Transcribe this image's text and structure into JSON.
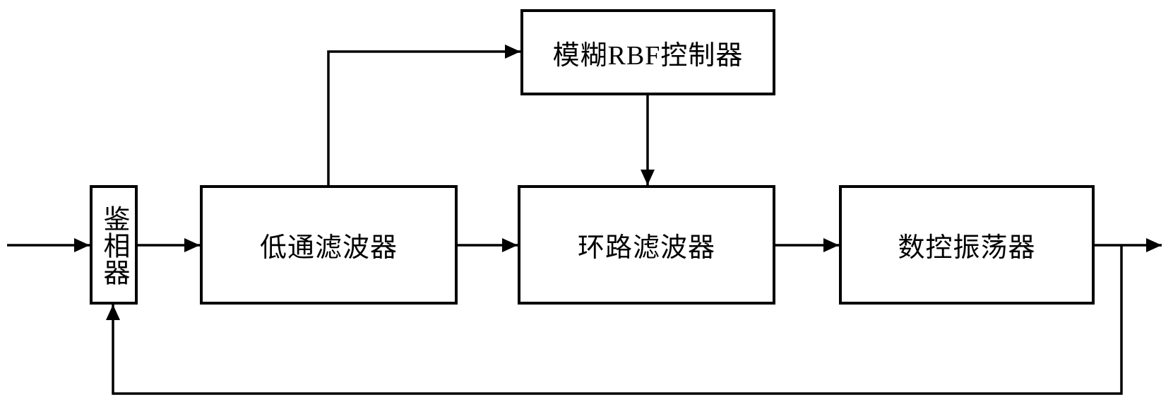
{
  "diagram": {
    "type": "block-diagram",
    "background_color": "#ffffff",
    "line_color": "#000000",
    "blocks": {
      "phase_detector": {
        "label": "鉴相器",
        "text_orientation": "vertical"
      },
      "low_pass_filter": {
        "label": "低通滤波器",
        "text_orientation": "horizontal"
      },
      "loop_filter": {
        "label": "环路滤波器",
        "text_orientation": "horizontal"
      },
      "nco": {
        "label": "数控振荡器",
        "text_orientation": "horizontal"
      },
      "rbf_controller": {
        "label": "模糊RBF控制器",
        "text_orientation": "horizontal"
      }
    },
    "edges": [
      {
        "from": "external-input",
        "to": "phase_detector",
        "arrow": true
      },
      {
        "from": "phase_detector",
        "to": "low_pass_filter",
        "arrow": true
      },
      {
        "from": "low_pass_filter",
        "to": "loop_filter",
        "arrow": true
      },
      {
        "from": "low_pass_filter",
        "to": "rbf_controller",
        "arrow": true,
        "route": "up-then-right"
      },
      {
        "from": "rbf_controller",
        "to": "loop_filter",
        "arrow": true,
        "route": "down"
      },
      {
        "from": "loop_filter",
        "to": "nco",
        "arrow": true
      },
      {
        "from": "nco",
        "to": "external-output",
        "arrow": true
      },
      {
        "from": "nco-output",
        "to": "phase_detector",
        "arrow": true,
        "route": "feedback-bottom"
      }
    ]
  }
}
